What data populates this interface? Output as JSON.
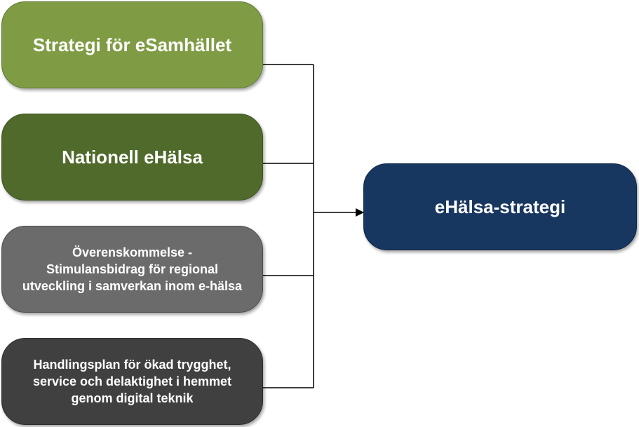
{
  "diagram": {
    "sources": [
      {
        "id": "strategi",
        "label": "Strategi för eSamhället",
        "color": "#7f9c45"
      },
      {
        "id": "nationell",
        "label": "Nationell eHälsa",
        "color": "#4f6a2a"
      },
      {
        "id": "overenskommelse",
        "label": "Överenskommelse -\nStimulansbidrag för regional\nutveckling i samverkan inom e-hälsa",
        "color": "#6b6b6b"
      },
      {
        "id": "handlingsplan",
        "label": "Handlingsplan för ökad trygghet,\nservice och delaktighet i hemmet\ngenom digital teknik",
        "color": "#404040"
      }
    ],
    "target": {
      "id": "ehalsa",
      "label": "eHälsa-strategi",
      "color": "#183760"
    }
  }
}
